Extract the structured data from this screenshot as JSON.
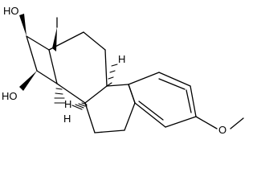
{
  "molecule": {
    "labels": {
      "oh_top": "HO",
      "oh_left": "HO",
      "h_9": "H",
      "h_8": "H",
      "h_14": "H",
      "methoxy_o": "O"
    }
  }
}
